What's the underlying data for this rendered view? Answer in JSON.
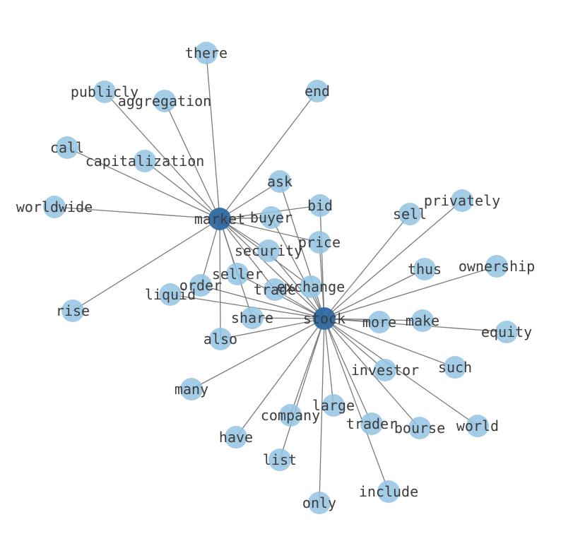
{
  "colors": {
    "hub": "#2f6aa3",
    "leaf": "#93c3e2",
    "edge": "#7a7a7a",
    "label": "#3c3c3c"
  },
  "nodes": [
    {
      "id": "stock",
      "label": "stock",
      "hub": true
    },
    {
      "id": "market",
      "label": "market",
      "hub": true
    },
    {
      "id": "there",
      "label": "there"
    },
    {
      "id": "publicly",
      "label": "publicly"
    },
    {
      "id": "aggregation",
      "label": "aggregation"
    },
    {
      "id": "end",
      "label": "end"
    },
    {
      "id": "call",
      "label": "call"
    },
    {
      "id": "capitalization",
      "label": "capitalization"
    },
    {
      "id": "ask",
      "label": "ask"
    },
    {
      "id": "worldwide",
      "label": "worldwide"
    },
    {
      "id": "buyer",
      "label": "buyer"
    },
    {
      "id": "bid",
      "label": "bid"
    },
    {
      "id": "sell",
      "label": "sell"
    },
    {
      "id": "privately",
      "label": "privately"
    },
    {
      "id": "price",
      "label": "price"
    },
    {
      "id": "security",
      "label": "security"
    },
    {
      "id": "seller",
      "label": "seller"
    },
    {
      "id": "order",
      "label": "order"
    },
    {
      "id": "liquid",
      "label": "liquid"
    },
    {
      "id": "trade",
      "label": "trade"
    },
    {
      "id": "exchange",
      "label": "exchange"
    },
    {
      "id": "thus",
      "label": "thus"
    },
    {
      "id": "ownership",
      "label": "ownership"
    },
    {
      "id": "rise",
      "label": "rise"
    },
    {
      "id": "share",
      "label": "share"
    },
    {
      "id": "more",
      "label": "more"
    },
    {
      "id": "make",
      "label": "make"
    },
    {
      "id": "equity",
      "label": "equity"
    },
    {
      "id": "also",
      "label": "also"
    },
    {
      "id": "investor",
      "label": "investor"
    },
    {
      "id": "such",
      "label": "such"
    },
    {
      "id": "many",
      "label": "many"
    },
    {
      "id": "large",
      "label": "large"
    },
    {
      "id": "company",
      "label": "company"
    },
    {
      "id": "trader",
      "label": "trader"
    },
    {
      "id": "bourse",
      "label": "bourse"
    },
    {
      "id": "world",
      "label": "world"
    },
    {
      "id": "have",
      "label": "have"
    },
    {
      "id": "list",
      "label": "list"
    },
    {
      "id": "include",
      "label": "include"
    },
    {
      "id": "only",
      "label": "only"
    }
  ],
  "edges": [
    [
      "market",
      "there"
    ],
    [
      "market",
      "publicly"
    ],
    [
      "market",
      "aggregation"
    ],
    [
      "market",
      "end"
    ],
    [
      "market",
      "call"
    ],
    [
      "market",
      "capitalization"
    ],
    [
      "market",
      "worldwide"
    ],
    [
      "market",
      "rise"
    ],
    [
      "market",
      "ask"
    ],
    [
      "market",
      "bid"
    ],
    [
      "market",
      "buyer"
    ],
    [
      "market",
      "price"
    ],
    [
      "market",
      "security"
    ],
    [
      "market",
      "seller"
    ],
    [
      "market",
      "order"
    ],
    [
      "market",
      "share"
    ],
    [
      "market",
      "trade"
    ],
    [
      "market",
      "exchange"
    ],
    [
      "market",
      "also"
    ],
    [
      "market",
      "stock"
    ],
    [
      "stock",
      "ask"
    ],
    [
      "stock",
      "bid"
    ],
    [
      "stock",
      "buyer"
    ],
    [
      "stock",
      "price"
    ],
    [
      "stock",
      "security"
    ],
    [
      "stock",
      "seller"
    ],
    [
      "stock",
      "order"
    ],
    [
      "stock",
      "liquid"
    ],
    [
      "stock",
      "trade"
    ],
    [
      "stock",
      "exchange"
    ],
    [
      "stock",
      "share"
    ],
    [
      "stock",
      "also"
    ],
    [
      "stock",
      "sell"
    ],
    [
      "stock",
      "privately"
    ],
    [
      "stock",
      "thus"
    ],
    [
      "stock",
      "ownership"
    ],
    [
      "stock",
      "more"
    ],
    [
      "stock",
      "make"
    ],
    [
      "stock",
      "equity"
    ],
    [
      "stock",
      "such"
    ],
    [
      "stock",
      "investor"
    ],
    [
      "stock",
      "world"
    ],
    [
      "stock",
      "bourse"
    ],
    [
      "stock",
      "trader"
    ],
    [
      "stock",
      "include"
    ],
    [
      "stock",
      "large"
    ],
    [
      "stock",
      "company"
    ],
    [
      "stock",
      "many"
    ],
    [
      "stock",
      "have"
    ],
    [
      "stock",
      "list"
    ],
    [
      "stock",
      "only"
    ]
  ]
}
